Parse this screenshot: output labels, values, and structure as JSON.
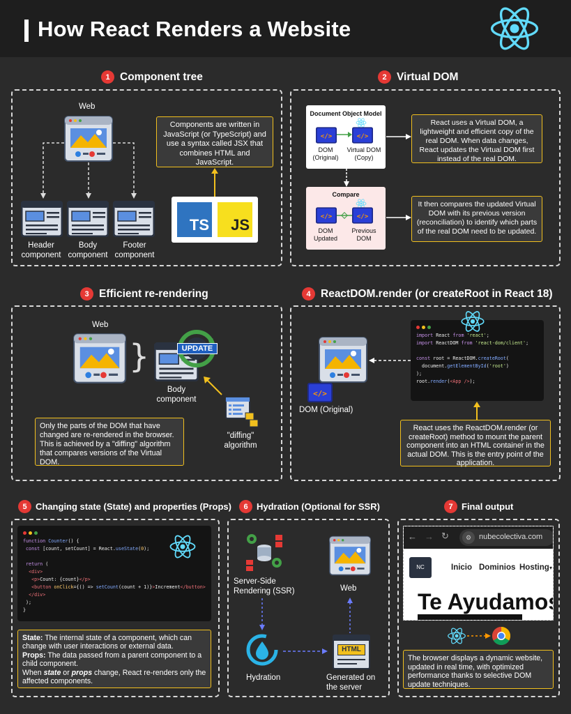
{
  "header": {
    "title": "How React Renders a Website"
  },
  "sections": [
    {
      "num": "1",
      "title": "Component tree"
    },
    {
      "num": "2",
      "title": "Virtual DOM"
    },
    {
      "num": "3",
      "title": "Efficient re-rendering"
    },
    {
      "num": "4",
      "title": "ReactDOM.render (or createRoot in React 18)"
    },
    {
      "num": "5",
      "title": "Changing state (State) and properties (Props)"
    },
    {
      "num": "6",
      "title": "Hydration (Optional for SSR)"
    },
    {
      "num": "7",
      "title": "Final output"
    }
  ],
  "s1": {
    "web": "Web",
    "header": "Header\ncomponent",
    "body": "Body\ncomponent",
    "footer": "Footer\ncomponent",
    "note": "Components are written in JavaScript (or TypeScript) and use a syntax called JSX that combines HTML and JavaScript.",
    "ts": "TS",
    "js": "JS"
  },
  "s2": {
    "dom_title": "Document Object Model",
    "dom_orig": "DOM\n(Original)",
    "vdom": "Virtual DOM\n(Copy)",
    "compare": "Compare",
    "dom_updated": "DOM\nUpdated",
    "prev_dom": "Previous\nDOM",
    "note1": "React uses a Virtual DOM, a lightweight and efficient copy of the real DOM. When data changes, React updates the Virtual DOM first instead of the real DOM.",
    "note2": "It then compares the updated Virtual DOM with its previous version (reconciliation) to identify which parts of the real DOM need to be updated."
  },
  "s3": {
    "web": "Web",
    "body": "Body\ncomponent",
    "update": "UPDATE",
    "diff": "\"diffing\"\nalgorithm",
    "note": "Only the parts of the DOM that have changed are re-rendered in the browser. This is achieved by a \"diffing\" algorithm that compares versions of the Virtual DOM."
  },
  "s4": {
    "dom": "DOM (Original)",
    "note": "React uses the ReactDOM.render (or createRoot) method to mount the parent component into an HTML container in the actual DOM. This is the entry point of the application."
  },
  "s5": {
    "state_label": "State:",
    "state_text": " The internal state of a component, which can change with user interactions or external data.",
    "props_label": "Props:",
    "props_text": " The data passed from a parent component to a child component.",
    "when1": "When ",
    "state_w": "state",
    "or": " or ",
    "props_w": "props",
    "when2": " change, React re-renders only the affected components."
  },
  "s6": {
    "ssr": "Server-Side\nRendering (SSR)",
    "web": "Web",
    "hydration": "Hydration",
    "generated": "Generated on\nthe server",
    "html": "HTML"
  },
  "s7": {
    "url": "nubecolectiva.com",
    "nav1": "Inicio",
    "nav2": "Dominios",
    "nav3": "Hosting",
    "logo": "NC",
    "hero": "Te Ayudamos",
    "note": "The browser displays a dynamic website, updated in real time, with optimized performance thanks to selective DOM update techniques."
  },
  "colors": {
    "accent": "#f2c01e",
    "badge": "#e53935",
    "react": "#61dafb"
  }
}
